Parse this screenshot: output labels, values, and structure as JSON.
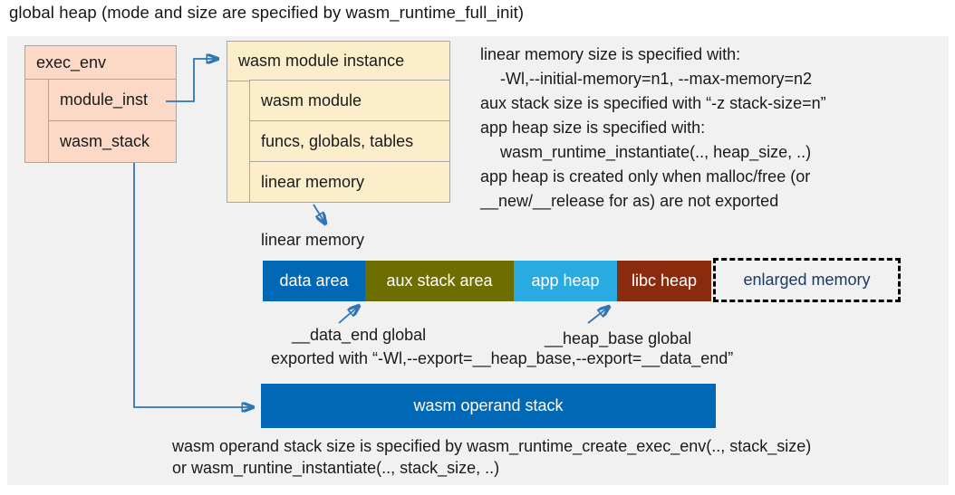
{
  "title": "global heap (mode and size are specified by wasm_runtime_full_init)",
  "exec_env": {
    "header": "exec_env",
    "rows": [
      "module_inst",
      "wasm_stack"
    ]
  },
  "module_instance": {
    "header": "wasm module instance",
    "rows": [
      "wasm module",
      "funcs, globals, tables",
      "linear memory"
    ]
  },
  "notes_right": {
    "lines": [
      "linear memory size is specified with:",
      "-Wl,--initial-memory=n1, --max-memory=n2",
      "aux stack size is specified with “-z stack-size=n”",
      "app heap size is specified with:",
      "wasm_runtime_instantiate(.., heap_size, ..)",
      "app heap is created only when malloc/free (or",
      "__new/__release for as) are not exported"
    ]
  },
  "linear_memory": {
    "label": "linear memory",
    "segments": [
      {
        "label": "data area",
        "color": "#0068b5"
      },
      {
        "label": "aux stack area",
        "color": "#6e6e00"
      },
      {
        "label": "app heap",
        "color": "#29abe2"
      },
      {
        "label": "libc heap",
        "color": "#8a2b0d"
      }
    ],
    "enlarged_label": "enlarged memory"
  },
  "annotations": {
    "data_end": "__data_end global",
    "heap_base": "__heap_base global",
    "exported": "exported with “-Wl,--export=__heap_base,--export=__data_end”"
  },
  "operand_stack": {
    "label": "wasm operand stack",
    "note_line1": "wasm operand stack size is specified by wasm_runtime_create_exec_env(.., stack_size)",
    "note_line2": "or wasm_runtine_instantiate(.., stack_size, ..)"
  },
  "colors": {
    "page_bg": "#ffffff",
    "canvas_bg": "#f1f1f1",
    "salmon_fill": "#fbd9c6",
    "cream_fill": "#fdeecb",
    "box_border": "#a6a6a6",
    "blue": "#0068b5",
    "olive": "#6e6e00",
    "cyan": "#29abe2",
    "brick": "#8a2b0d",
    "navy_text": "#1f3864",
    "arrow": "#2e75b6",
    "text": "#1a1a1a"
  }
}
